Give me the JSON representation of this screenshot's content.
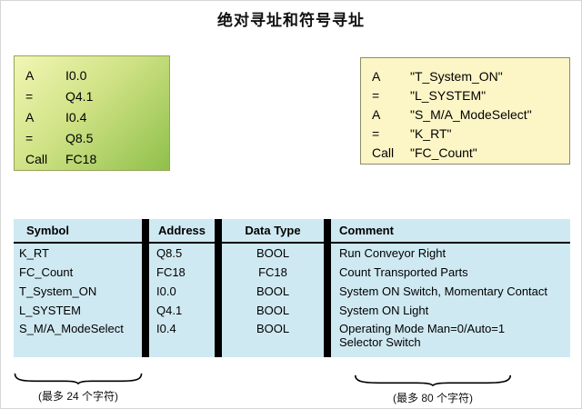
{
  "title": "绝对寻址和符号寻址",
  "code_absolute": {
    "lines": [
      {
        "op": "A",
        "operand": "I0.0"
      },
      {
        "op": "=",
        "operand": "Q4.1"
      },
      {
        "op": "A",
        "operand": "I0.4"
      },
      {
        "op": "=",
        "operand": "Q8.5"
      },
      {
        "op": "Call",
        "operand": "FC18"
      }
    ]
  },
  "code_symbolic": {
    "lines": [
      {
        "op": "A",
        "operand": "\"T_System_ON\""
      },
      {
        "op": "=",
        "operand": "\"L_SYSTEM\""
      },
      {
        "op": "A",
        "operand": "\"S_M/A_ModeSelect\""
      },
      {
        "op": "=",
        "operand": "\"K_RT\""
      },
      {
        "op": "Call",
        "operand": "\"FC_Count\""
      }
    ]
  },
  "table": {
    "headers": [
      "Symbol",
      "Address",
      "Data Type",
      "Comment"
    ],
    "rows": [
      [
        "K_RT",
        "Q8.5",
        "BOOL",
        "Run Conveyor Right"
      ],
      [
        "FC_Count",
        "FC18",
        "FC18",
        "Count Transported Parts"
      ],
      [
        "T_System_ON",
        "I0.0",
        "BOOL",
        "System ON Switch, Momentary Contact"
      ],
      [
        "L_SYSTEM",
        "Q4.1",
        "BOOL",
        "System ON Light"
      ],
      [
        "S_M/A_ModeSelect",
        "I0.4",
        "BOOL",
        "Operating Mode Man=0/Auto=1\nSelector Switch"
      ]
    ]
  },
  "footnotes": {
    "left": "(最多 24 个字符)",
    "right": "(最多 80 个字符)"
  }
}
